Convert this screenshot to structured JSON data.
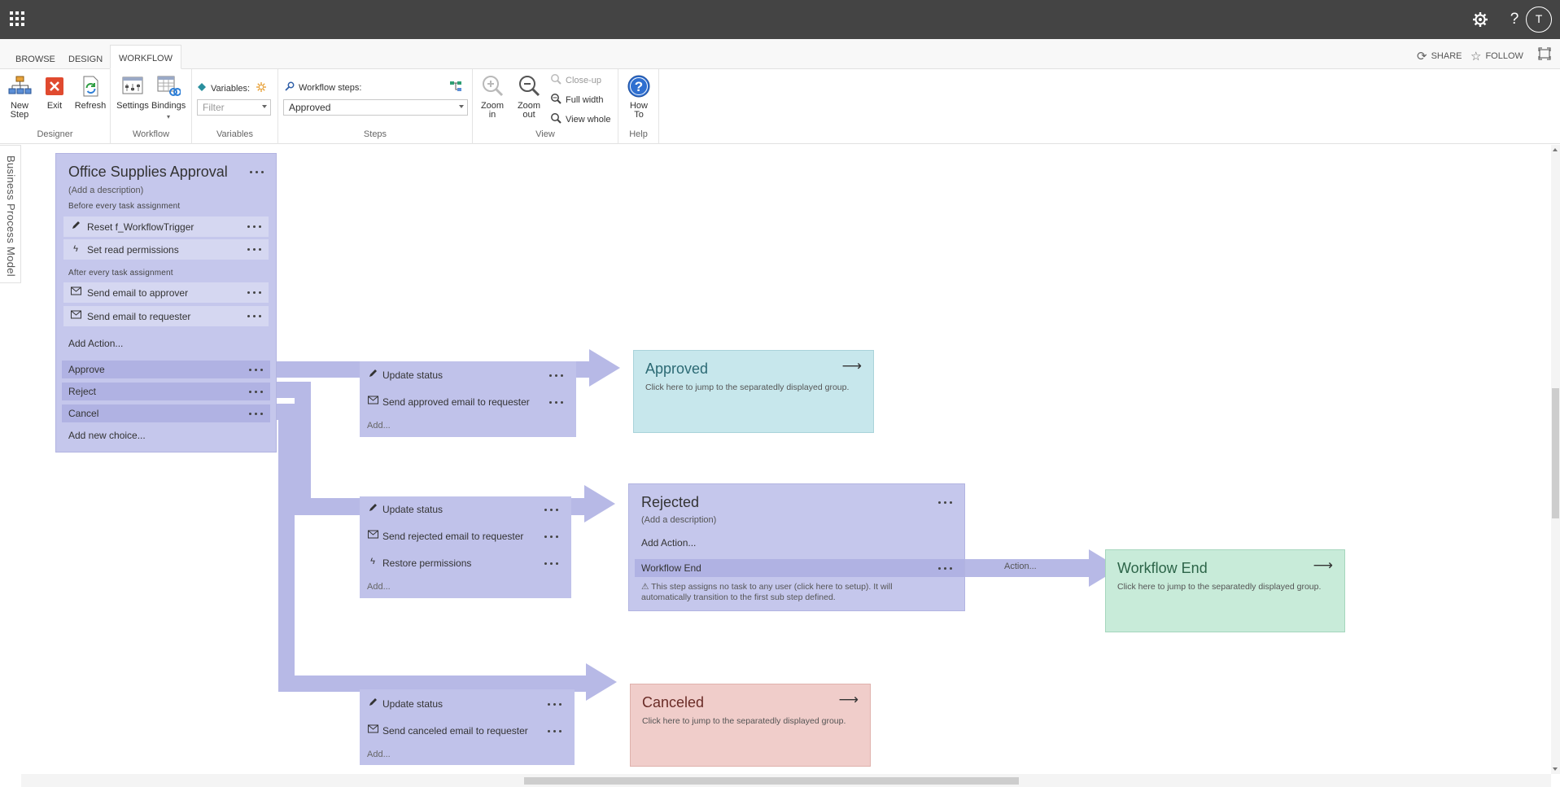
{
  "suite": {
    "avatar_initial": "T",
    "help_glyph": "?",
    "icons": [
      "app-launcher-icon",
      "gear-icon",
      "help-icon"
    ]
  },
  "tabs": {
    "browse": "BROWSE",
    "design": "DESIGN",
    "workflow": "WORKFLOW",
    "share": "SHARE",
    "follow": "FOLLOW"
  },
  "ribbon": {
    "designer": {
      "title": "Designer",
      "new_step_1": "New",
      "new_step_2": "Step",
      "exit": "Exit",
      "refresh": "Refresh"
    },
    "workflow": {
      "title": "Workflow",
      "settings": "Settings",
      "bindings": "Bindings"
    },
    "variables": {
      "title": "Variables",
      "label": "Variables:",
      "filter_placeholder": "Filter"
    },
    "steps": {
      "title": "Steps",
      "label": "Workflow steps:",
      "selected": "Approved"
    },
    "view": {
      "title": "View",
      "zoom_in_1": "Zoom",
      "zoom_in_2": "in",
      "zoom_out_1": "Zoom",
      "zoom_out_2": "out",
      "close_up": "Close-up",
      "full_width": "Full width",
      "view_whole": "View whole"
    },
    "help": {
      "title": "Help",
      "how_to_1": "How",
      "how_to_2": "To"
    }
  },
  "sidetab": {
    "label": "Business Process Model"
  },
  "main_stage": {
    "title": "Office Supplies Approval",
    "description": "(Add a description)",
    "before_label": "Before every task assignment",
    "before_actions": [
      {
        "icon": "pencil-icon",
        "label": "Reset f_WorkflowTrigger"
      },
      {
        "icon": "lightning-icon",
        "label": "Set read permissions"
      }
    ],
    "after_label": "After every task assignment",
    "after_actions": [
      {
        "icon": "mail-icon",
        "label": "Send email to approver"
      },
      {
        "icon": "mail-icon",
        "label": "Send email to requester"
      }
    ],
    "add_action": "Add Action...",
    "choices": [
      "Approve",
      "Reject",
      "Cancel"
    ],
    "add_choice": "Add new choice..."
  },
  "transitions": {
    "approve": {
      "actions": [
        "Update status",
        "Send approved email to requester"
      ],
      "add": "Add..."
    },
    "reject": {
      "actions": [
        "Update status",
        "Send rejected email to requester",
        "Restore permissions"
      ],
      "add": "Add..."
    },
    "cancel": {
      "actions": [
        "Update status",
        "Send canceled email to requester"
      ],
      "add": "Add..."
    }
  },
  "approved_target": {
    "title": "Approved",
    "description": "Click here to jump to the separatedly displayed group.",
    "color": "#c7e7ec"
  },
  "rejected_stage": {
    "title": "Rejected",
    "description": "(Add a description)",
    "add_action": "Add Action...",
    "choice": "Workflow End",
    "action_link": "Action...",
    "warning_1": "⚠ This step assigns no task to any user (click here to setup). It will",
    "warning_2": "automatically transition to the first sub step defined."
  },
  "workflow_end_target": {
    "title": "Workflow End",
    "description": "Click here to jump to the separatedly displayed group.",
    "color": "#c8ebd9"
  },
  "canceled_target": {
    "title": "Canceled",
    "description": "Click here to jump to the separatedly displayed group.",
    "color": "#f0cdca"
  },
  "colors": {
    "suite": "#444444",
    "stage": "#c5c7ec",
    "band": "#b7b9e6"
  }
}
